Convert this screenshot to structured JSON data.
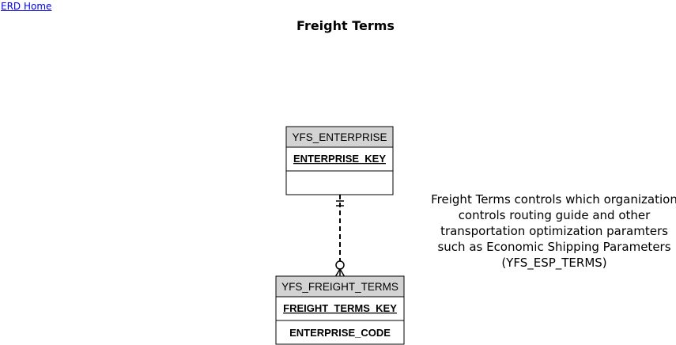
{
  "nav": {
    "home_link": "ERD Home"
  },
  "page": {
    "title": "Freight Terms"
  },
  "entities": {
    "enterprise": {
      "name": "YFS_ENTERPRISE",
      "primary_key": "ENTERPRISE_KEY",
      "attributes": []
    },
    "freight_terms": {
      "name": "YFS_FREIGHT_TERMS",
      "primary_key": "FREIGHT_TERMS_KEY",
      "attributes": [
        "ENTERPRISE_CODE"
      ]
    }
  },
  "relationship": {
    "parent": "YFS_ENTERPRISE",
    "child": "YFS_FREIGHT_TERMS",
    "parent_cardinality": "exactly-one",
    "child_cardinality": "zero-or-many",
    "line_style": "dashed"
  },
  "description": {
    "lines": [
      "Freight Terms controls which organization",
      "controls routing guide and other",
      "transportation optimization paramters",
      "such as Economic Shipping Parameters",
      "(YFS_ESP_TERMS)"
    ]
  },
  "colors": {
    "header_fill": "#d3d3d3",
    "link": "#0000ee",
    "stroke": "#000000"
  }
}
